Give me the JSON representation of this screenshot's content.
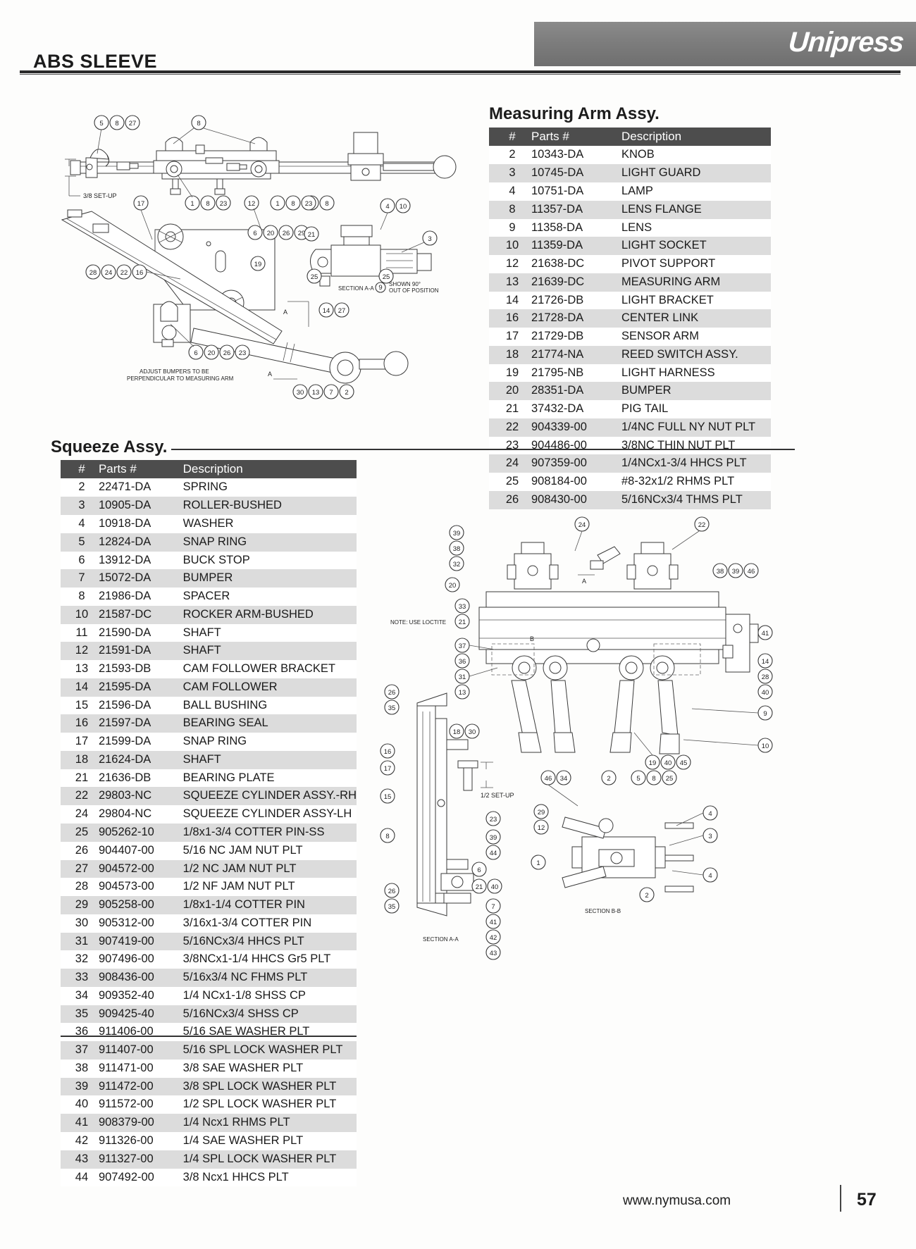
{
  "header": {
    "title": "ABS SLEEVE",
    "brand": "Unipress"
  },
  "footer": {
    "url": "www.nymusa.com",
    "page_number": "57"
  },
  "sections": {
    "measuring_arm": {
      "title": "Measuring Arm Assy.",
      "columns": [
        "#",
        "Parts #",
        "Description"
      ],
      "rows": [
        [
          "2",
          "10343-DA",
          "KNOB"
        ],
        [
          "3",
          "10745-DA",
          "LIGHT GUARD"
        ],
        [
          "4",
          "10751-DA",
          "LAMP"
        ],
        [
          "8",
          "11357-DA",
          "LENS FLANGE"
        ],
        [
          "9",
          "11358-DA",
          "LENS"
        ],
        [
          "10",
          "11359-DA",
          "LIGHT SOCKET"
        ],
        [
          "12",
          "21638-DC",
          "PIVOT SUPPORT"
        ],
        [
          "13",
          "21639-DC",
          "MEASURING ARM"
        ],
        [
          "14",
          "21726-DB",
          "LIGHT BRACKET"
        ],
        [
          "16",
          "21728-DA",
          "CENTER LINK"
        ],
        [
          "17",
          "21729-DB",
          "SENSOR ARM"
        ],
        [
          "18",
          "21774-NA",
          "REED SWITCH ASSY."
        ],
        [
          "19",
          "21795-NB",
          "LIGHT HARNESS"
        ],
        [
          "20",
          "28351-DA",
          "BUMPER"
        ],
        [
          "21",
          "37432-DA",
          "PIG TAIL"
        ],
        [
          "22",
          "904339-00",
          "1/4NC FULL NY NUT PLT"
        ],
        [
          "23",
          "904486-00",
          "3/8NC THIN NUT PLT"
        ],
        [
          "24",
          "907359-00",
          "1/4NCx1-3/4 HHCS PLT"
        ],
        [
          "25",
          "908184-00",
          "#8-32x1/2 RHMS PLT"
        ],
        [
          "26",
          "908430-00",
          "5/16NCx3/4 THMS PLT"
        ]
      ]
    },
    "squeeze": {
      "title": "Squeeze Assy.",
      "columns": [
        "#",
        "Parts #",
        "Description"
      ],
      "rows": [
        [
          "2",
          "22471-DA",
          "SPRING"
        ],
        [
          "3",
          "10905-DA",
          "ROLLER-BUSHED"
        ],
        [
          "4",
          "10918-DA",
          "WASHER"
        ],
        [
          "5",
          "12824-DA",
          "SNAP RING"
        ],
        [
          "6",
          "13912-DA",
          "BUCK STOP"
        ],
        [
          "7",
          "15072-DA",
          "BUMPER"
        ],
        [
          "8",
          "21986-DA",
          "SPACER"
        ],
        [
          "10",
          "21587-DC",
          "ROCKER ARM-BUSHED"
        ],
        [
          "11",
          "21590-DA",
          "SHAFT"
        ],
        [
          "12",
          "21591-DA",
          "SHAFT"
        ],
        [
          "13",
          "21593-DB",
          "CAM FOLLOWER BRACKET"
        ],
        [
          "14",
          "21595-DA",
          "CAM FOLLOWER"
        ],
        [
          "15",
          "21596-DA",
          "BALL BUSHING"
        ],
        [
          "16",
          "21597-DA",
          "BEARING SEAL"
        ],
        [
          "17",
          "21599-DA",
          "SNAP RING"
        ],
        [
          "18",
          "21624-DA",
          "SHAFT"
        ],
        [
          "21",
          "21636-DB",
          "BEARING PLATE"
        ],
        [
          "22",
          "29803-NC",
          "SQUEEZE CYLINDER ASSY.-RH"
        ],
        [
          "24",
          "29804-NC",
          "SQUEEZE CYLINDER ASSY-LH"
        ],
        [
          "25",
          "905262-10",
          "1/8x1-3/4 COTTER PIN-SS"
        ],
        [
          "26",
          "904407-00",
          "5/16 NC JAM NUT PLT"
        ],
        [
          "27",
          "904572-00",
          "1/2 NC JAM NUT PLT"
        ],
        [
          "28",
          "904573-00",
          "1/2 NF JAM NUT PLT"
        ],
        [
          "29",
          "905258-00",
          "1/8x1-1/4 COTTER PIN"
        ],
        [
          "30",
          "905312-00",
          "3/16x1-3/4 COTTER PIN"
        ],
        [
          "31",
          "907419-00",
          "5/16NCx3/4 HHCS PLT"
        ],
        [
          "32",
          "907496-00",
          "3/8NCx1-1/4 HHCS Gr5 PLT"
        ],
        [
          "33",
          "908436-00",
          "5/16x3/4 NC FHMS PLT"
        ],
        [
          "34",
          "909352-40",
          "1/4 NCx1-1/8 SHSS CP"
        ],
        [
          "35",
          "909425-40",
          "5/16NCx3/4 SHSS CP"
        ],
        [
          "36",
          "911406-00",
          "5/16 SAE WASHER PLT"
        ],
        [
          "37",
          "911407-00",
          "5/16 SPL LOCK WASHER PLT"
        ],
        [
          "38",
          "911471-00",
          "3/8 SAE WASHER PLT"
        ],
        [
          "39",
          "911472-00",
          "3/8 SPL LOCK WASHER PLT"
        ],
        [
          "40",
          "911572-00",
          "1/2 SPL LOCK WASHER PLT"
        ],
        [
          "41",
          "908379-00",
          "1/4 Ncx1 RHMS PLT"
        ],
        [
          "42",
          "911326-00",
          "1/4 SAE WASHER PLT"
        ],
        [
          "43",
          "911327-00",
          "1/4 SPL LOCK WASHER PLT"
        ],
        [
          "44",
          "907492-00",
          "3/8 Ncx1 HHCS PLT"
        ]
      ]
    }
  },
  "diagrams": {
    "measuring_arm_diagram": {
      "notes": [
        "3/8 SET-UP",
        "SECTION A-A",
        "SHOWN 90° OUT OF POSITION",
        "ADJUST BUMPERS TO BE",
        "PERPENDICULAR TO MEASURING ARM",
        "A"
      ],
      "callouts": [
        "5",
        "8",
        "27",
        "8",
        "17",
        "1",
        "8",
        "23",
        "12",
        "9",
        "8",
        "4",
        "10",
        "6",
        "20",
        "26",
        "29",
        "21",
        "3",
        "28",
        "24",
        "22",
        "16",
        "19",
        "25",
        "6",
        "20",
        "26",
        "23",
        "14",
        "27",
        "30",
        "13",
        "7",
        "2"
      ]
    },
    "squeeze_diagram": {
      "notes": [
        "NOTE: USE LOCTITE",
        "SECTION A-A",
        "SECTION B-B",
        "1/2 SET-UP",
        "A",
        "B"
      ],
      "callouts": [
        "39",
        "38",
        "32",
        "20",
        "33",
        "21",
        "37",
        "36",
        "31",
        "13",
        "24",
        "22",
        "38",
        "39",
        "40",
        "41",
        "14",
        "28",
        "40",
        "9",
        "10",
        "19",
        "40",
        "45",
        "26",
        "35",
        "16",
        "17",
        "15",
        "18",
        "30",
        "8",
        "23",
        "39",
        "44",
        "6",
        "21",
        "40",
        "26",
        "35",
        "7",
        "41",
        "42",
        "43",
        "46",
        "34",
        "2",
        "5",
        "8",
        "25",
        "29",
        "12",
        "1",
        "4",
        "3",
        "4",
        "2"
      ]
    }
  },
  "colors": {
    "header_bar": "#7d7d7d",
    "table_header": "#4d4d4d",
    "row_alt": "#dcdcdc",
    "text": "#1a1a1a"
  }
}
